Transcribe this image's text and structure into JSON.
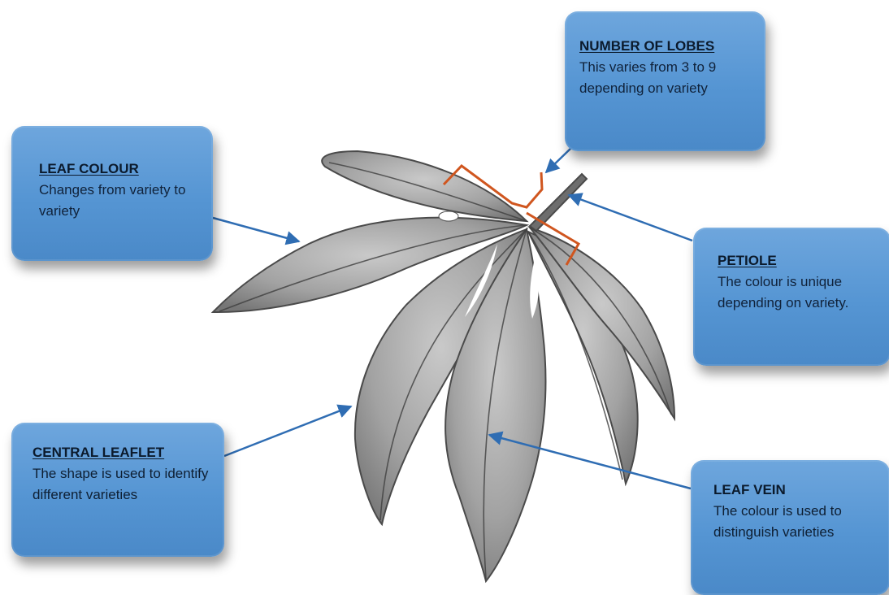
{
  "callouts": {
    "lobes": {
      "title": "NUMBER OF LOBES",
      "body": "This varies from 3 to 9 depending on variety"
    },
    "colour": {
      "title": "LEAF COLOUR",
      "body": "Changes from variety to variety"
    },
    "petiole": {
      "title": "PETIOLE",
      "body": "The colour is unique depending on variety."
    },
    "central": {
      "title": "CENTRAL LEAFLET",
      "body": "The shape is used to identify different varieties"
    },
    "vein": {
      "title": "LEAF VEIN",
      "body": "The colour is used to distinguish varieties"
    }
  },
  "colors": {
    "callout_fill": "#5595d3",
    "arrow": "#2f6db3",
    "lobe_marker": "#d0561f",
    "leaf_fill": "#9b9b9b",
    "leaf_edge": "#4a4a4a"
  }
}
